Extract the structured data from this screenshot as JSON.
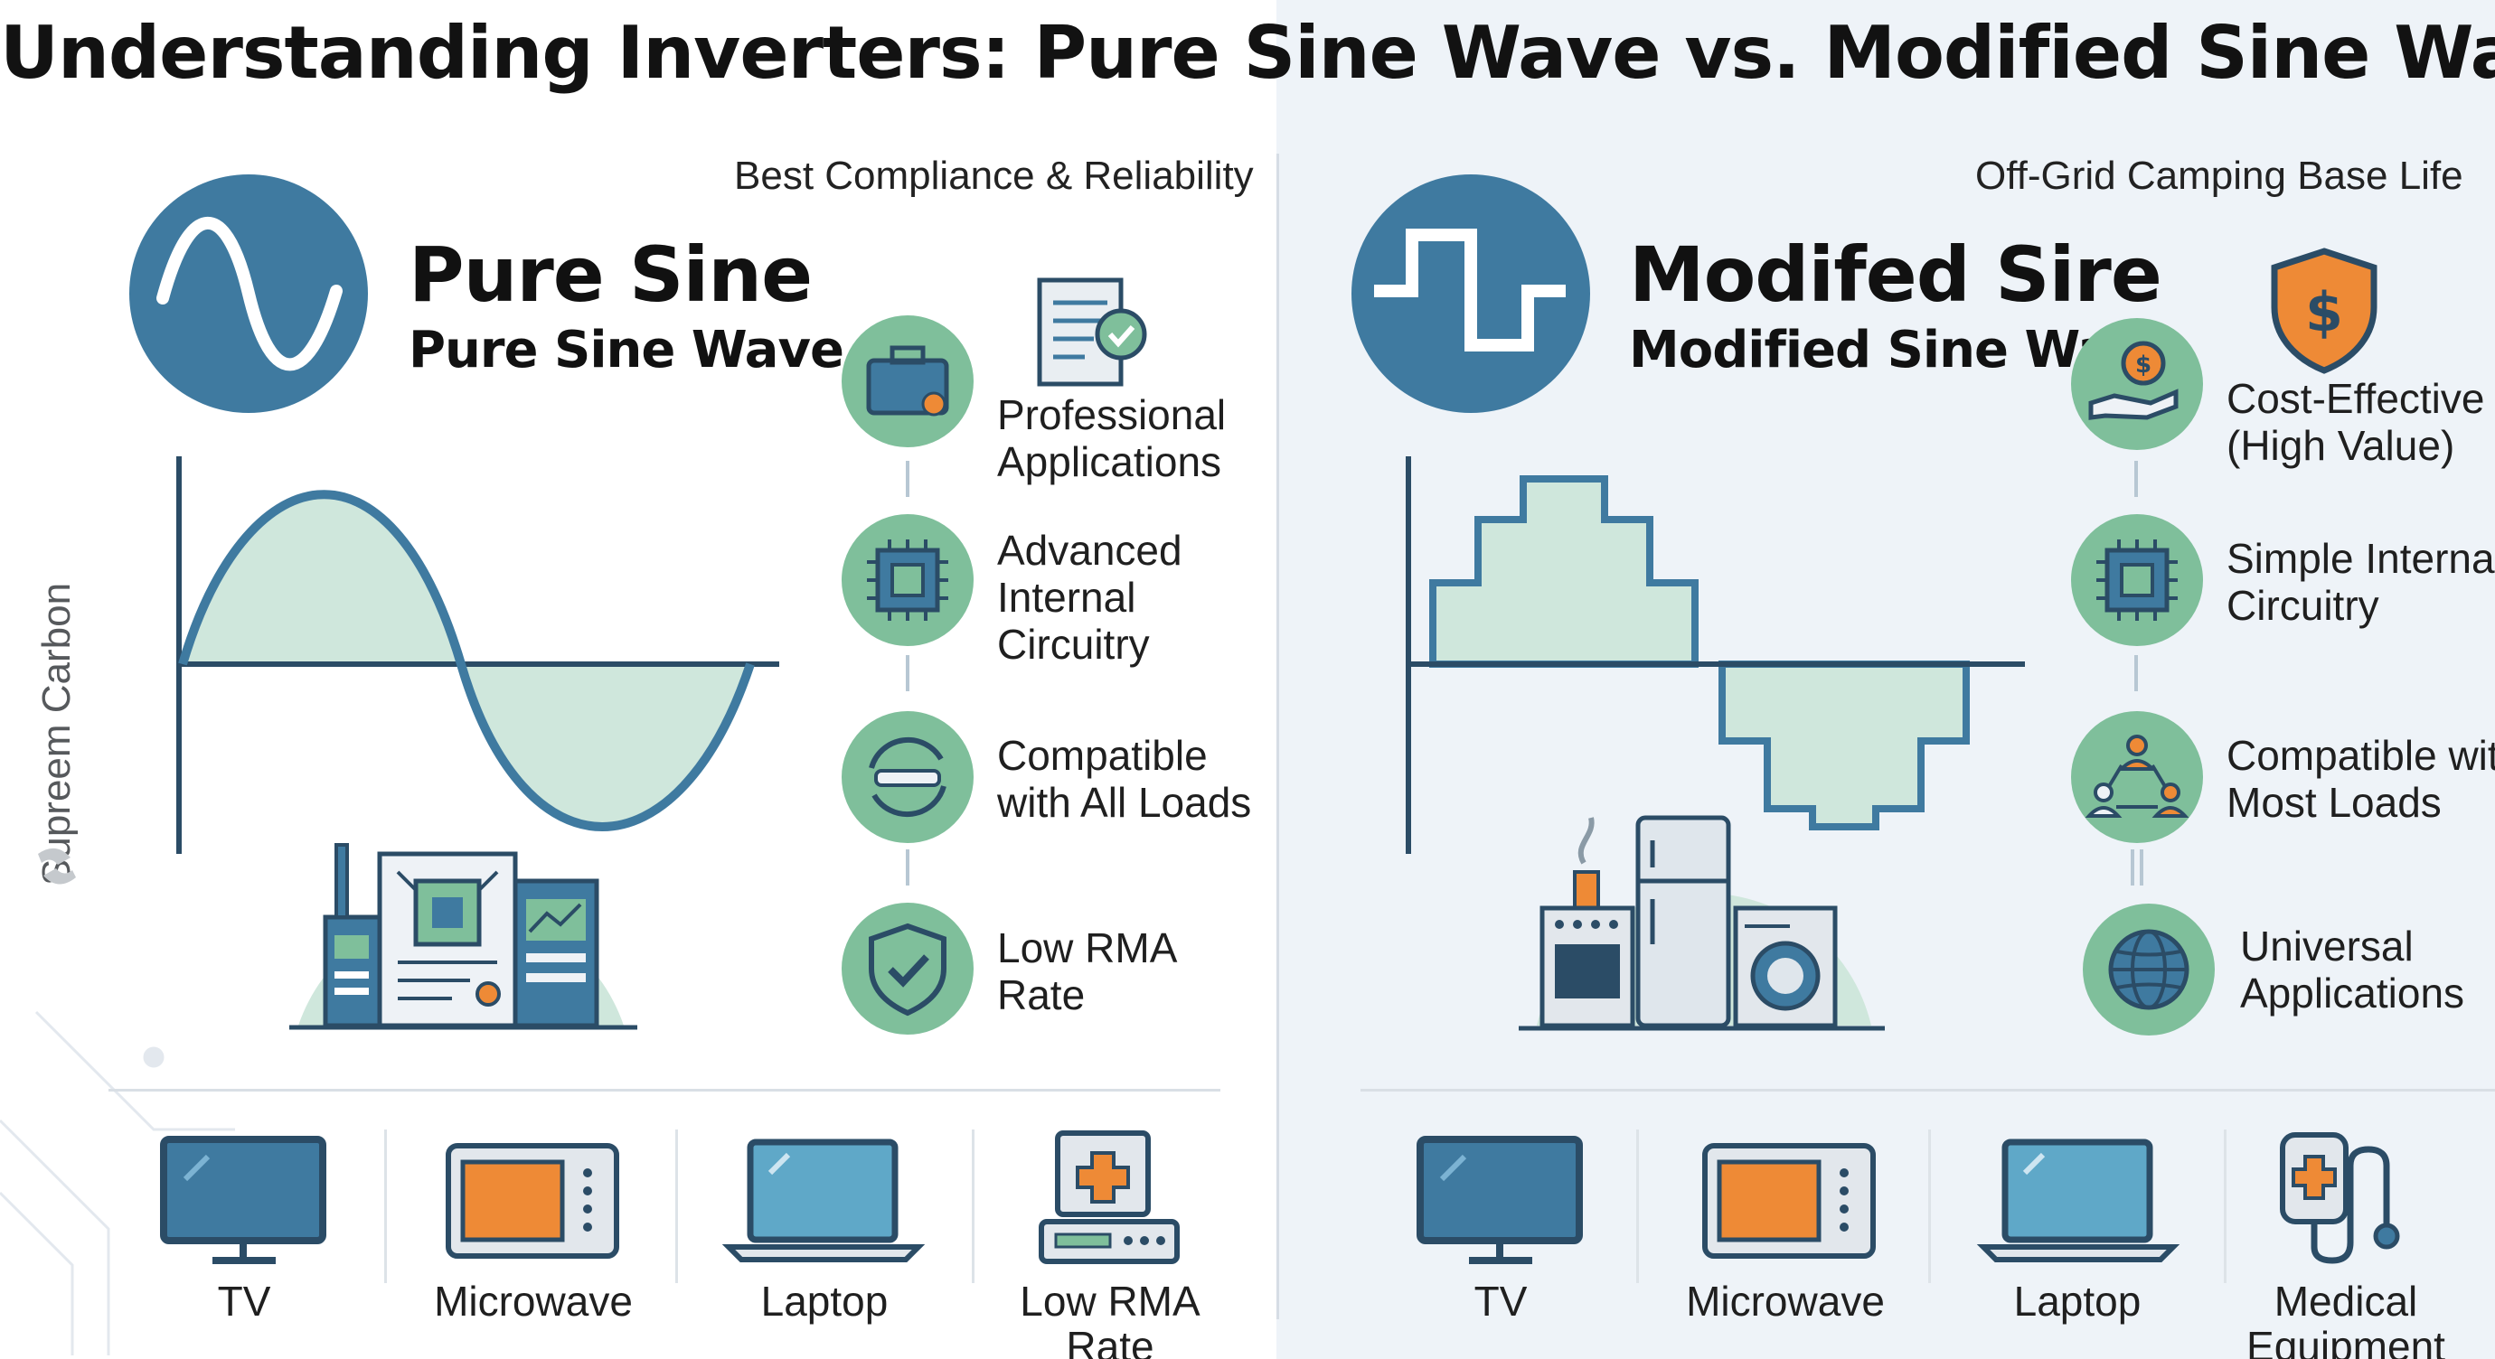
{
  "title": "Understanding Inverters: Pure Sine Wave vs. Modified Sine Wave",
  "brand": "Supreem Carbon",
  "colors": {
    "blue": "#3f7aa0",
    "green_fill": "#cfe7dc",
    "green_circle": "#7fbf9b",
    "orange": "#ee8a36",
    "dark": "#2b4c66"
  },
  "pure": {
    "tagline": "Best Compliance & Reliability",
    "heading": "Pure Sine",
    "subheading": "Pure Sine Wave",
    "icon": "sine-wave-icon",
    "features": [
      {
        "icon": "briefcase-icon",
        "lines": [
          "Professional",
          "Applications"
        ]
      },
      {
        "icon": "chip-icon",
        "lines": [
          "Advanced",
          "Internal",
          "Circuitry"
        ]
      },
      {
        "icon": "cycle-arrows-icon",
        "lines": [
          "Compatible",
          "with All Loads"
        ]
      },
      {
        "icon": "shield-check-icon",
        "lines": [
          "Low RMA",
          "Rate"
        ]
      }
    ],
    "apps": [
      {
        "icon": "tv-icon",
        "lines": [
          "TV"
        ]
      },
      {
        "icon": "microwave-icon",
        "lines": [
          "Microwave"
        ]
      },
      {
        "icon": "laptop-icon",
        "lines": [
          "Laptop"
        ]
      },
      {
        "icon": "medical-device-icon",
        "lines": [
          "Low RMA",
          "Rate"
        ]
      }
    ]
  },
  "modified": {
    "tagline": "Off-Grid Camping Base Life",
    "heading": "Modifed Sire",
    "subheading": "Modified Sine Wave",
    "icon": "square-wave-icon",
    "features": [
      {
        "icon": "hand-coin-icon",
        "lines": [
          "Cost-Effective",
          "(High Value)"
        ]
      },
      {
        "icon": "chip-icon",
        "lines": [
          "Simple Internal",
          "Circuitry"
        ]
      },
      {
        "icon": "people-network-icon",
        "lines": [
          "Compatible with",
          "Most Loads"
        ]
      },
      {
        "icon": "globe-icon",
        "lines": [
          "Universal",
          "Applications"
        ]
      }
    ],
    "apps": [
      {
        "icon": "tv-icon",
        "lines": [
          "TV"
        ]
      },
      {
        "icon": "microwave-icon",
        "lines": [
          "Microwave"
        ]
      },
      {
        "icon": "laptop-icon",
        "lines": [
          "Laptop"
        ]
      },
      {
        "icon": "stethoscope-icon",
        "lines": [
          "Medical",
          "Equipment"
        ]
      }
    ]
  }
}
